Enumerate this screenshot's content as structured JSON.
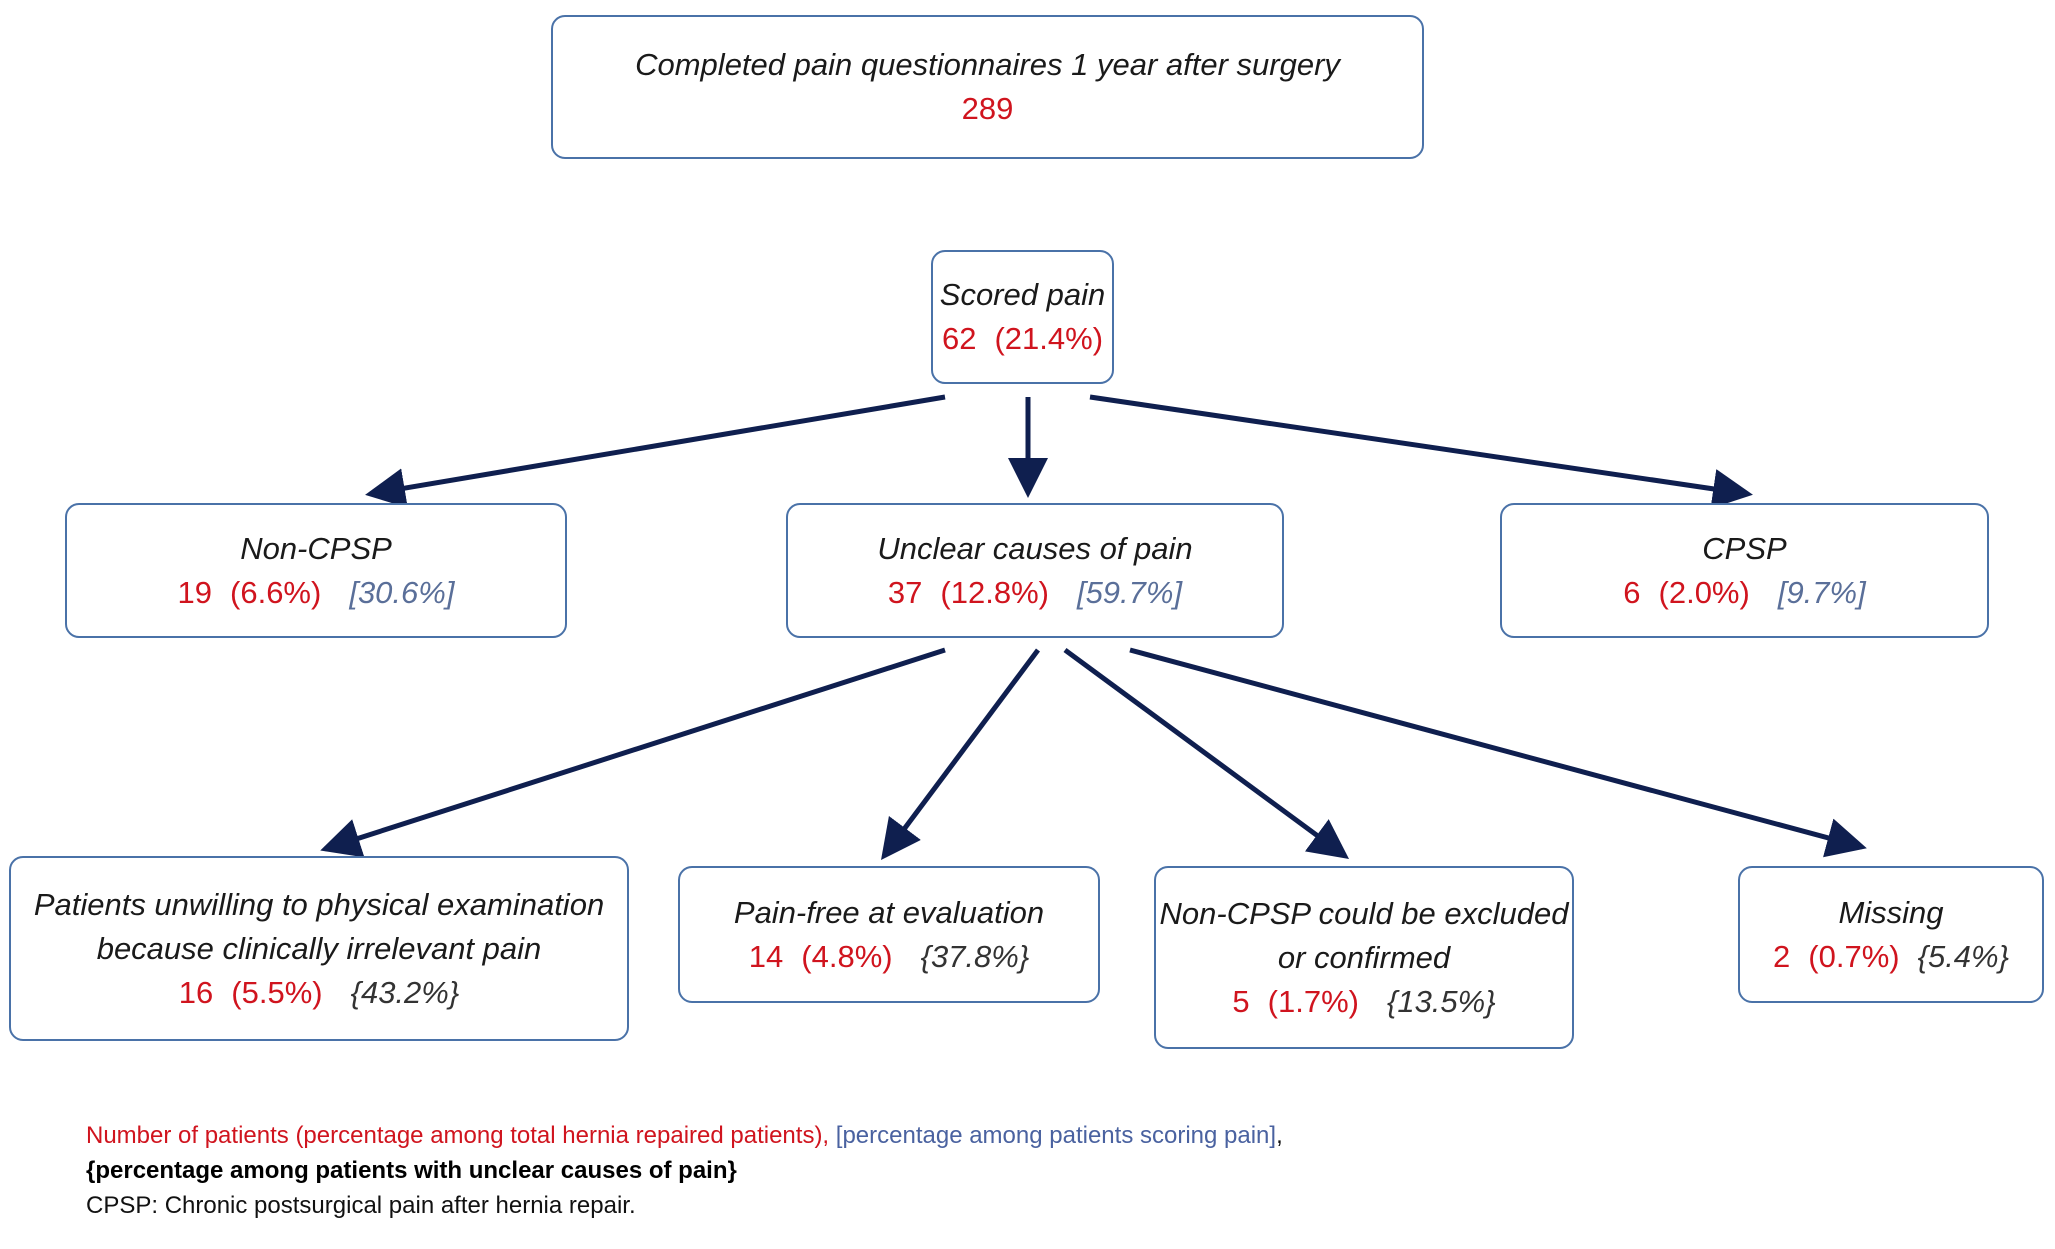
{
  "colors": {
    "box_border": "#4a72a8",
    "arrow": "#0f1f4f",
    "count_red": "#d0141e",
    "pct_scored_blue": "#5a6f99",
    "pct_unclear_gray": "#333333"
  },
  "root": {
    "title": "Completed pain questionnaires 1 year after surgery",
    "count": "289"
  },
  "scored": {
    "title": "Scored pain",
    "count": "62",
    "pct_total": "(21.4%)"
  },
  "level2": [
    {
      "title": "Non-CPSP",
      "count": "19",
      "pct_total": "(6.6%)",
      "pct_scored": "[30.6%]"
    },
    {
      "title": "Unclear causes of pain",
      "count": "37",
      "pct_total": "(12.8%)",
      "pct_scored": "[59.7%]"
    },
    {
      "title": "CPSP",
      "count": "6",
      "pct_total": "(2.0%)",
      "pct_scored": "[9.7%]"
    }
  ],
  "level3": [
    {
      "title_line1": "Patients unwilling to physical examination",
      "title_line2": "because clinically irrelevant pain",
      "count": "16",
      "pct_total": "(5.5%)",
      "pct_unclear": "{43.2%}"
    },
    {
      "title_line1": "Pain-free at evaluation",
      "count": "14",
      "pct_total": "(4.8%)",
      "pct_unclear": "{37.8%}"
    },
    {
      "title_line1": "Non-CPSP could be excluded",
      "title_line2": "or confirmed",
      "count": "5",
      "pct_total": "(1.7%)",
      "pct_unclear": "{13.5%}"
    },
    {
      "title_line1": "Missing",
      "count": "2",
      "pct_total": "(0.7%)",
      "pct_unclear": "{5.4%}"
    }
  ],
  "legend": {
    "red_text": "Number of patients (percentage among total hernia repaired patients),",
    "blue_text": "[percentage among patients scoring pain]",
    "comma": ",",
    "bold_text": "{percentage among patients with unclear causes of pain}",
    "abbrev_text": "CPSP: Chronic postsurgical pain after hernia repair."
  }
}
